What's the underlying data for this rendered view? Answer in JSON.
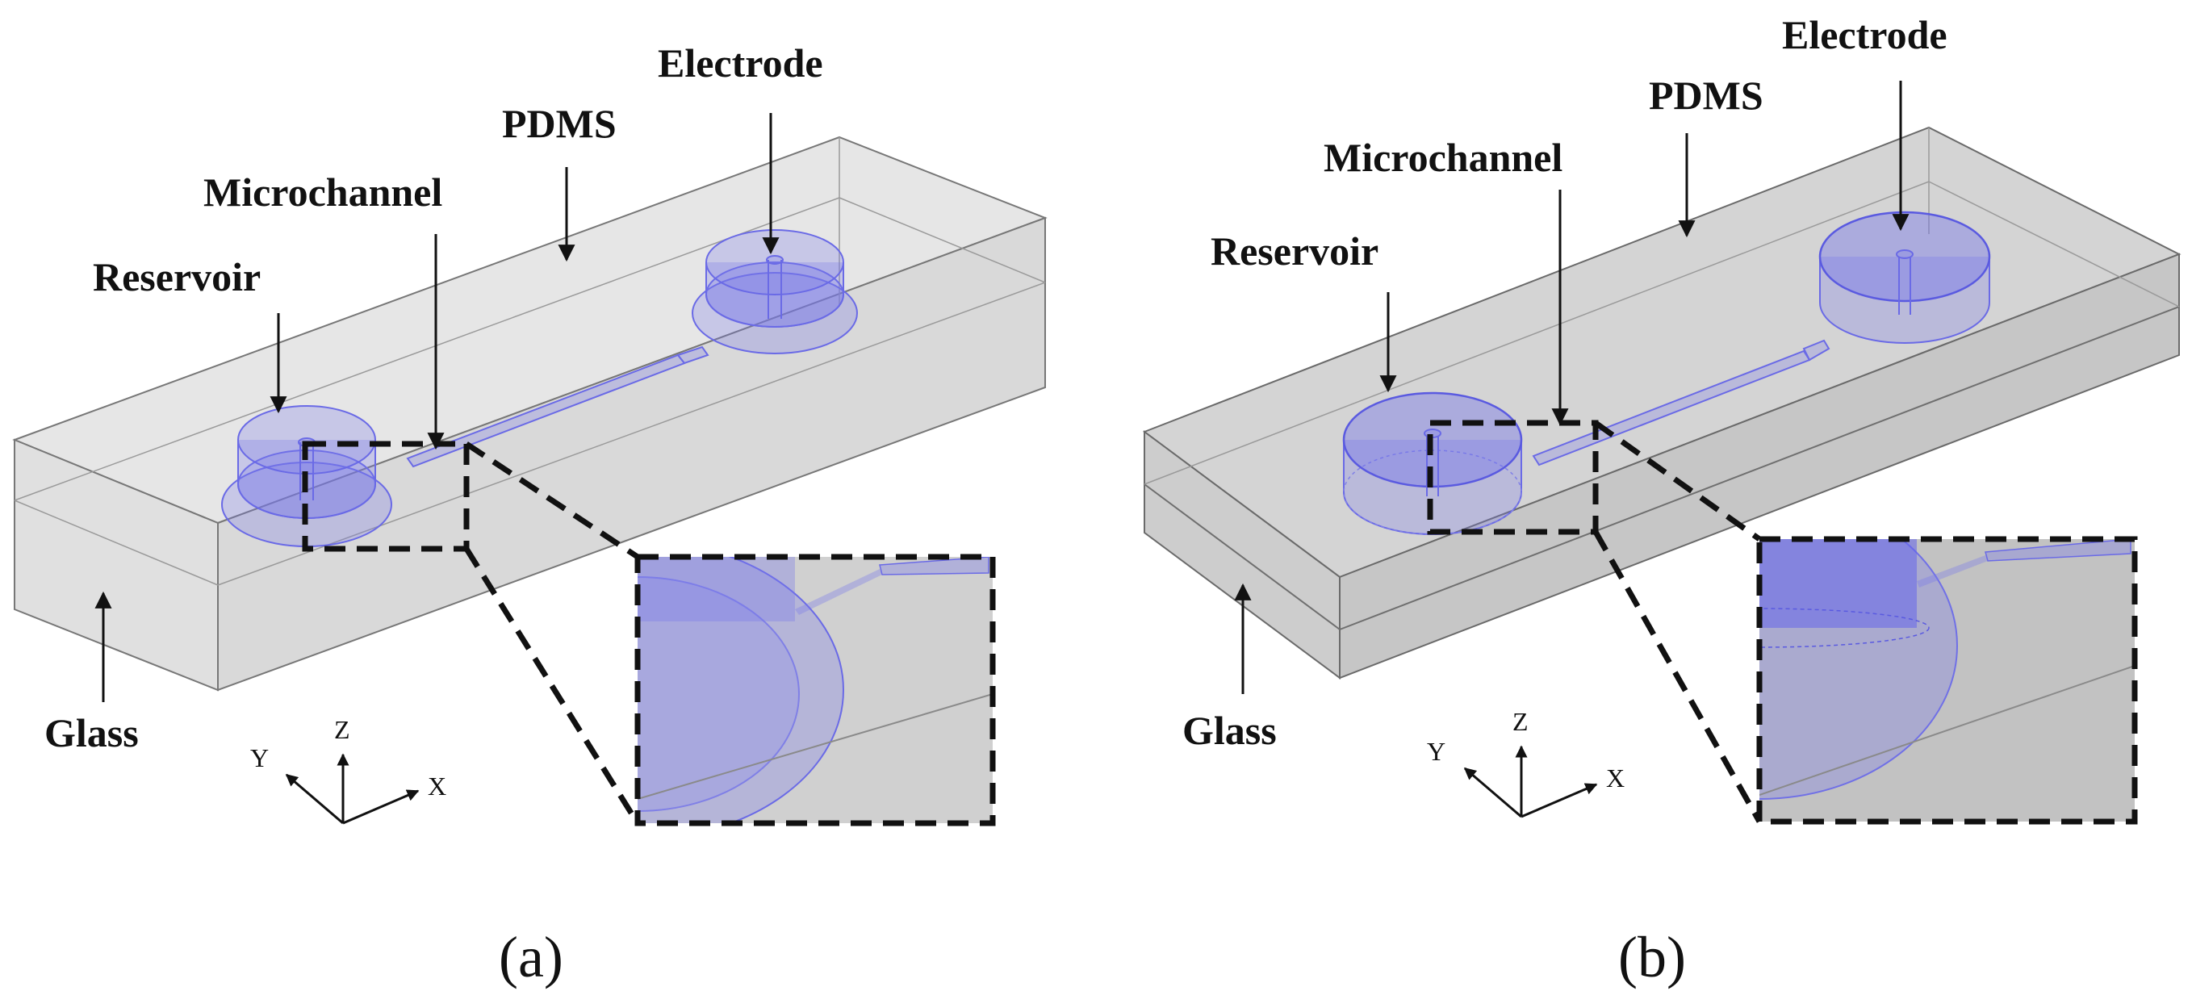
{
  "panel_a": {
    "labels": {
      "electrode": "Electrode",
      "pdms": "PDMS",
      "microchannel": "Microchannel",
      "reservoir": "Reservoir",
      "glass": "Glass"
    },
    "axes": {
      "x": "X",
      "y": "Y",
      "z": "Z"
    },
    "caption": "(a)"
  },
  "panel_b": {
    "labels": {
      "electrode": "Electrode",
      "pdms": "PDMS",
      "microchannel": "Microchannel",
      "reservoir": "Reservoir",
      "glass": "Glass"
    },
    "axes": {
      "x": "X",
      "y": "Y",
      "z": "Z"
    },
    "caption": "(b)"
  },
  "colors": {
    "pdms_fill_a": "#dcdcdc",
    "pdms_fill_b": "#c9c9c9",
    "channel_blue": "#6a6ae6",
    "zoom_bg_a": "#d0d0d0",
    "zoom_bg_b": "#c2c2c2"
  }
}
